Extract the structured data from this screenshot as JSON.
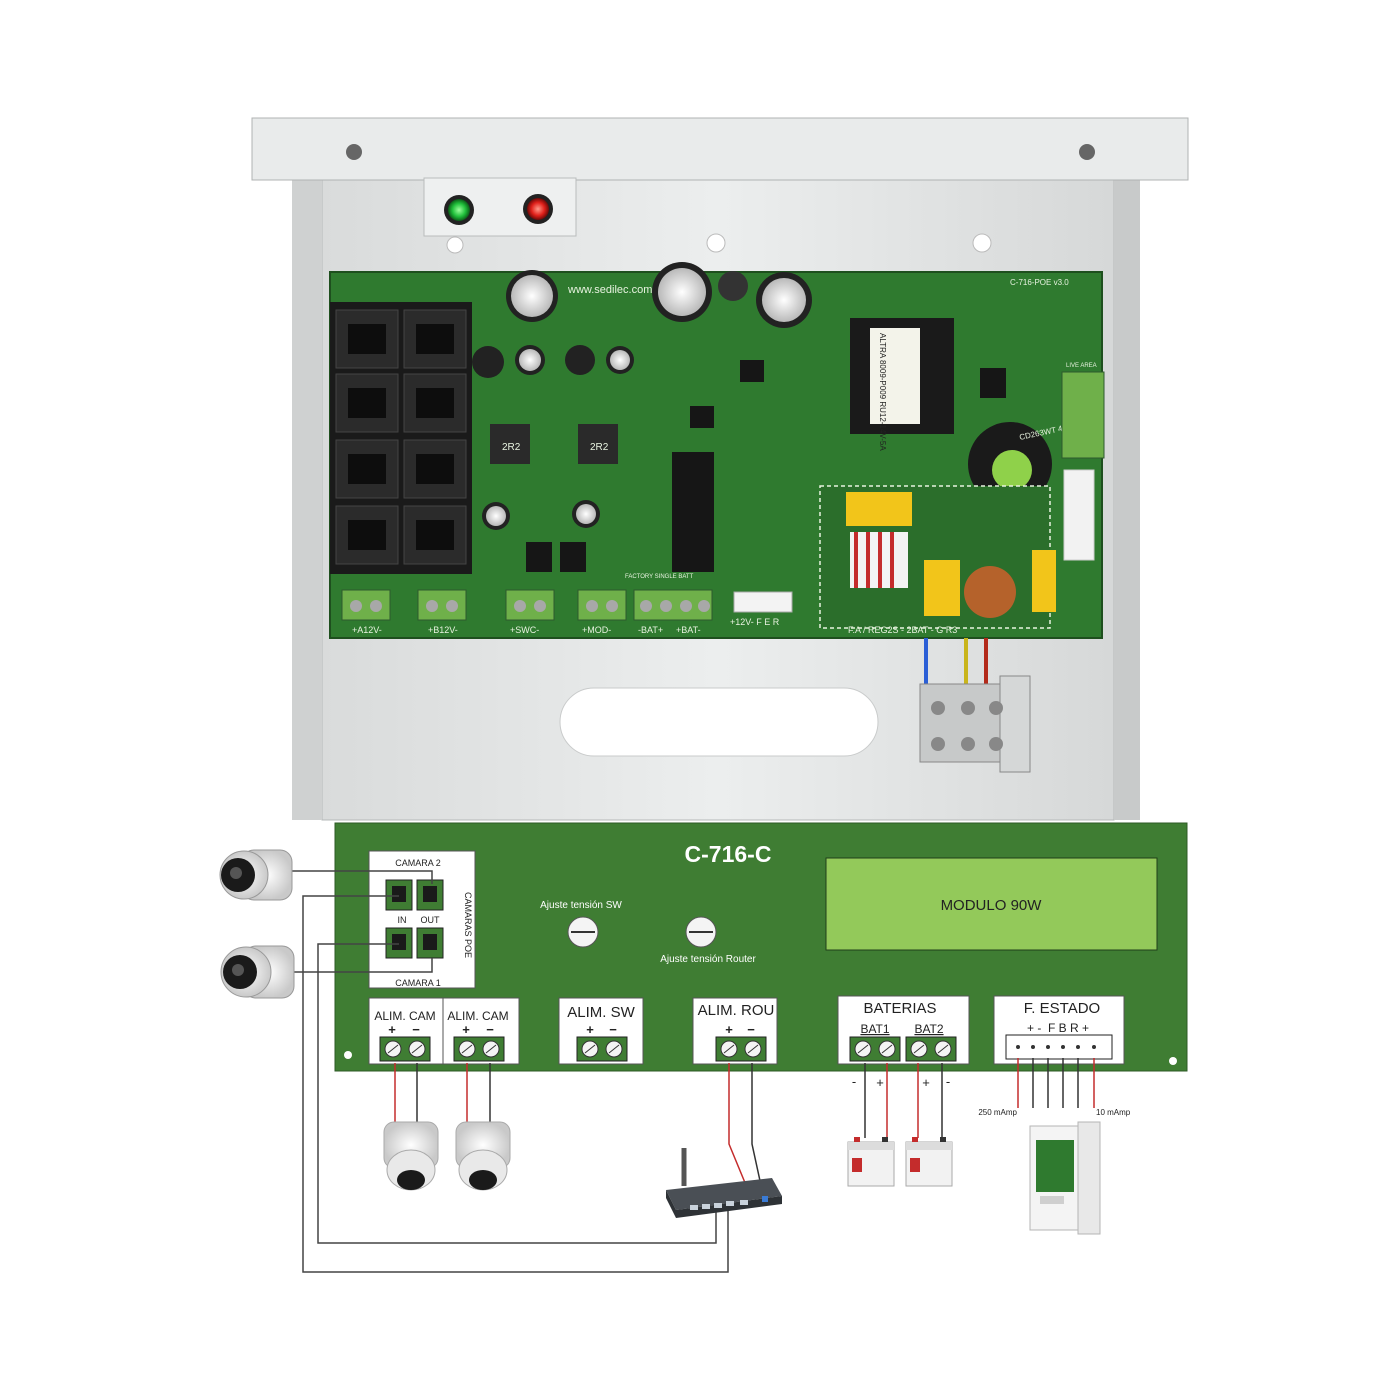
{
  "board": {
    "website": "www.sedilec.com",
    "model_silk": "C-716-POE v3.0",
    "transformer_label": "ALTRA 8009-P009 RU12-14V-5A",
    "terminals": [
      "+A12V-",
      "+B12V-",
      "+SWC-",
      "+MOD-",
      "-BAT+",
      "+BAT-",
      "+12V- F E R"
    ],
    "mains_label": "F.A / REG2S - 2BAT - G R3",
    "inductors": [
      "2R2",
      "2R2"
    ],
    "cap_label": "CD263WT 400V",
    "fuse_area": "LIVE AREA",
    "factory": "FACTORY SINGLE BATT"
  },
  "panel": {
    "title": "C-716-C",
    "module": "MODULO 90W",
    "adj_sw": "Ajuste tensión SW",
    "adj_router": "Ajuste tensión Router",
    "poe": {
      "side_label": "CAMARAS POE",
      "cam2": "CAMARA 2",
      "cam1": "CAMARA 1",
      "in": "IN",
      "out": "OUT"
    },
    "alim_cam_1": "ALIM. CAM",
    "alim_cam_2": "ALIM. CAM",
    "alim_sw": "ALIM. SW",
    "alim_rou": "ALIM. ROU",
    "baterias": "BATERIAS",
    "bat1": "BAT1",
    "bat2": "BAT2",
    "estado": "F. ESTADO",
    "estado_pins": "+ -  F B R +",
    "plus": "+",
    "minus": "−"
  },
  "wiring": {
    "bat1_minus": "-",
    "bat1_plus": "+",
    "bat2_plus": "+",
    "bat2_minus": "-",
    "current_left": "250 mAmp",
    "current_right": "10 mAmp"
  },
  "colors": {
    "pcb": "#2f7a2f",
    "panel": "#3f7d33",
    "module": "#93c95a",
    "enclosure": "#e4e6e6",
    "led_green": "#1fbf3a",
    "led_red": "#e0201a"
  }
}
